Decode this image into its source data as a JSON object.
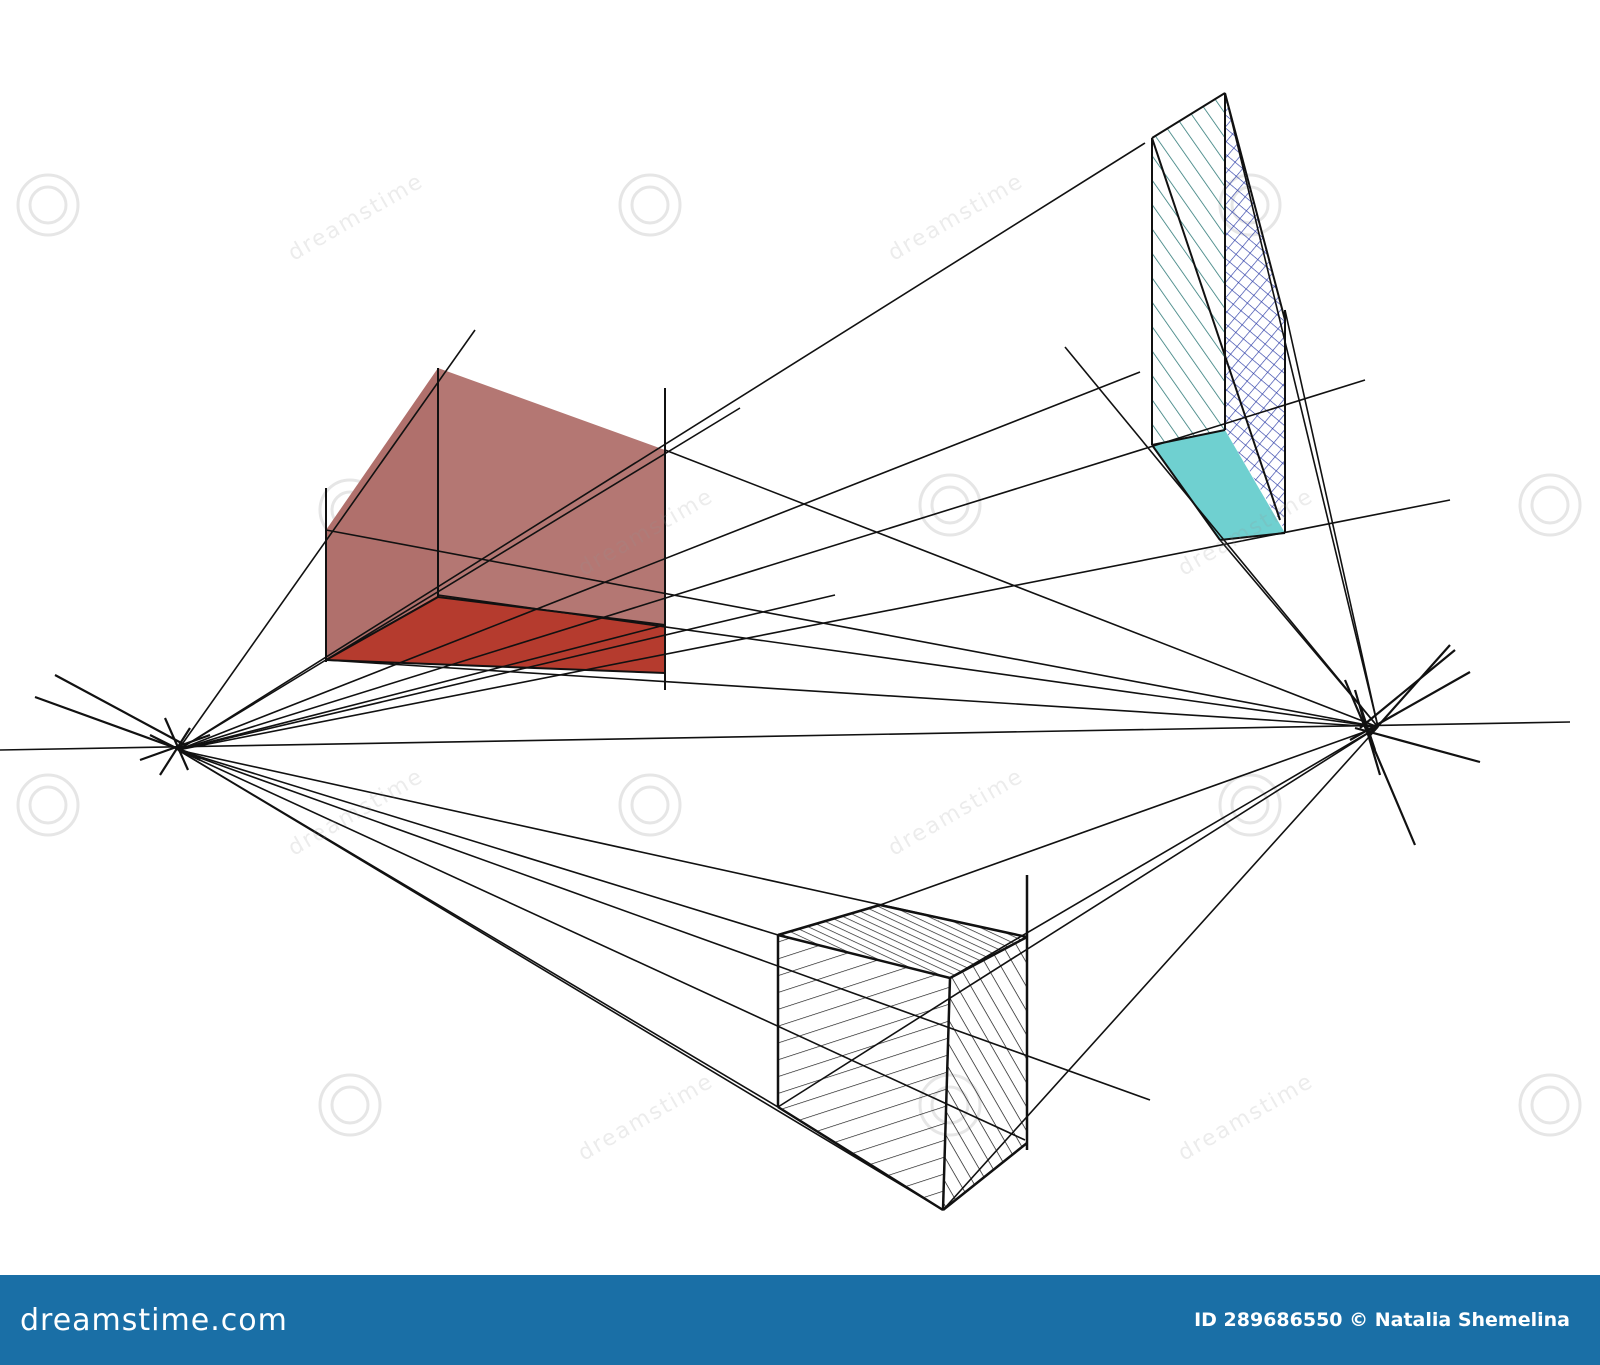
{
  "footer": {
    "logo_text": "dreamstime.com",
    "credit_text": "ID 289686550 © Natalia Shemelina",
    "background_color": "#1a6fa6"
  },
  "watermark": {
    "text": "dreamstime"
  },
  "colors": {
    "red_box_side": "#b0706c",
    "red_box_bottom": "#b53b2e",
    "teal_bottom": "#6fd0d0",
    "teal_hatch": "#2f7a78",
    "blue_hatch": "#2f3fa8",
    "ink": "#111111"
  }
}
